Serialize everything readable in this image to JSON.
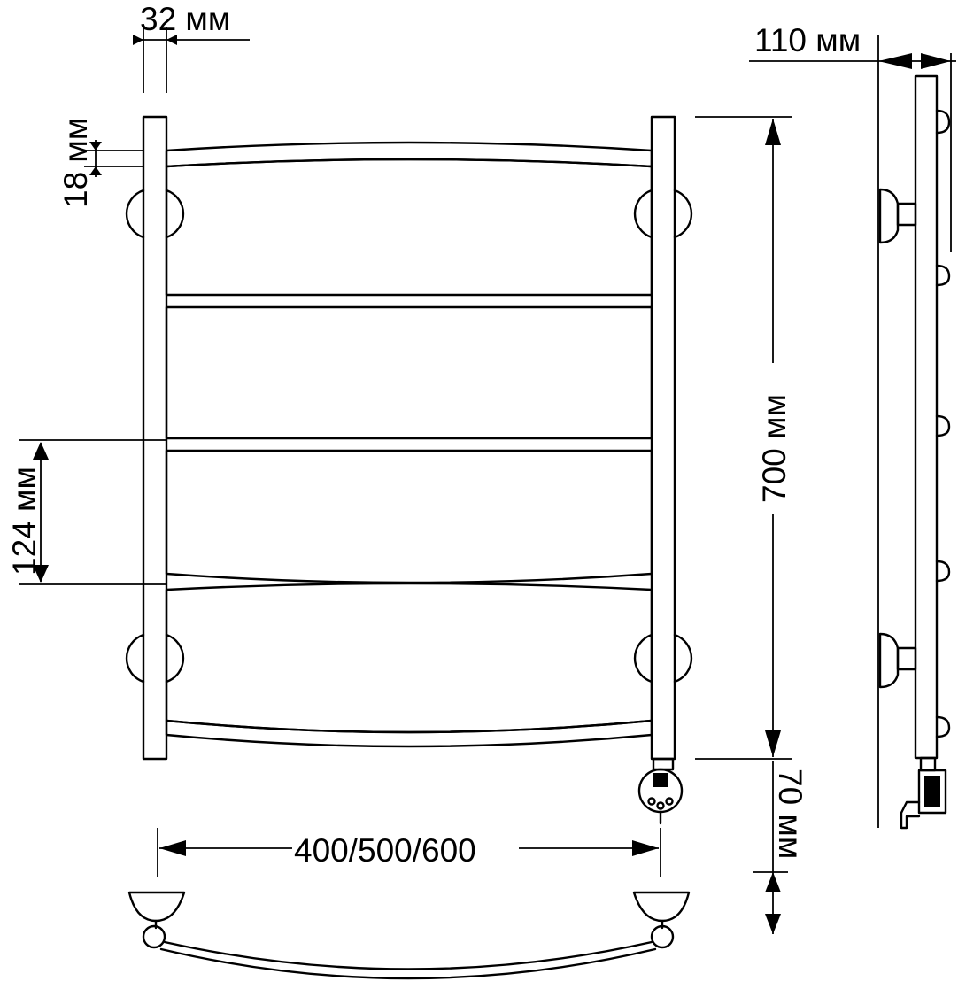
{
  "dimensions": {
    "tube_diameter": "32 мм",
    "rung_diameter": "18 мм",
    "rung_pitch": "124 мм",
    "height": "700 мм",
    "heater_depth": "70 мм",
    "width": "400/500/600",
    "wall_offset": "110 мм"
  },
  "colors": {
    "line": "#000000",
    "background": "#ffffff"
  },
  "views": [
    "front-view",
    "side-view",
    "top-view"
  ]
}
